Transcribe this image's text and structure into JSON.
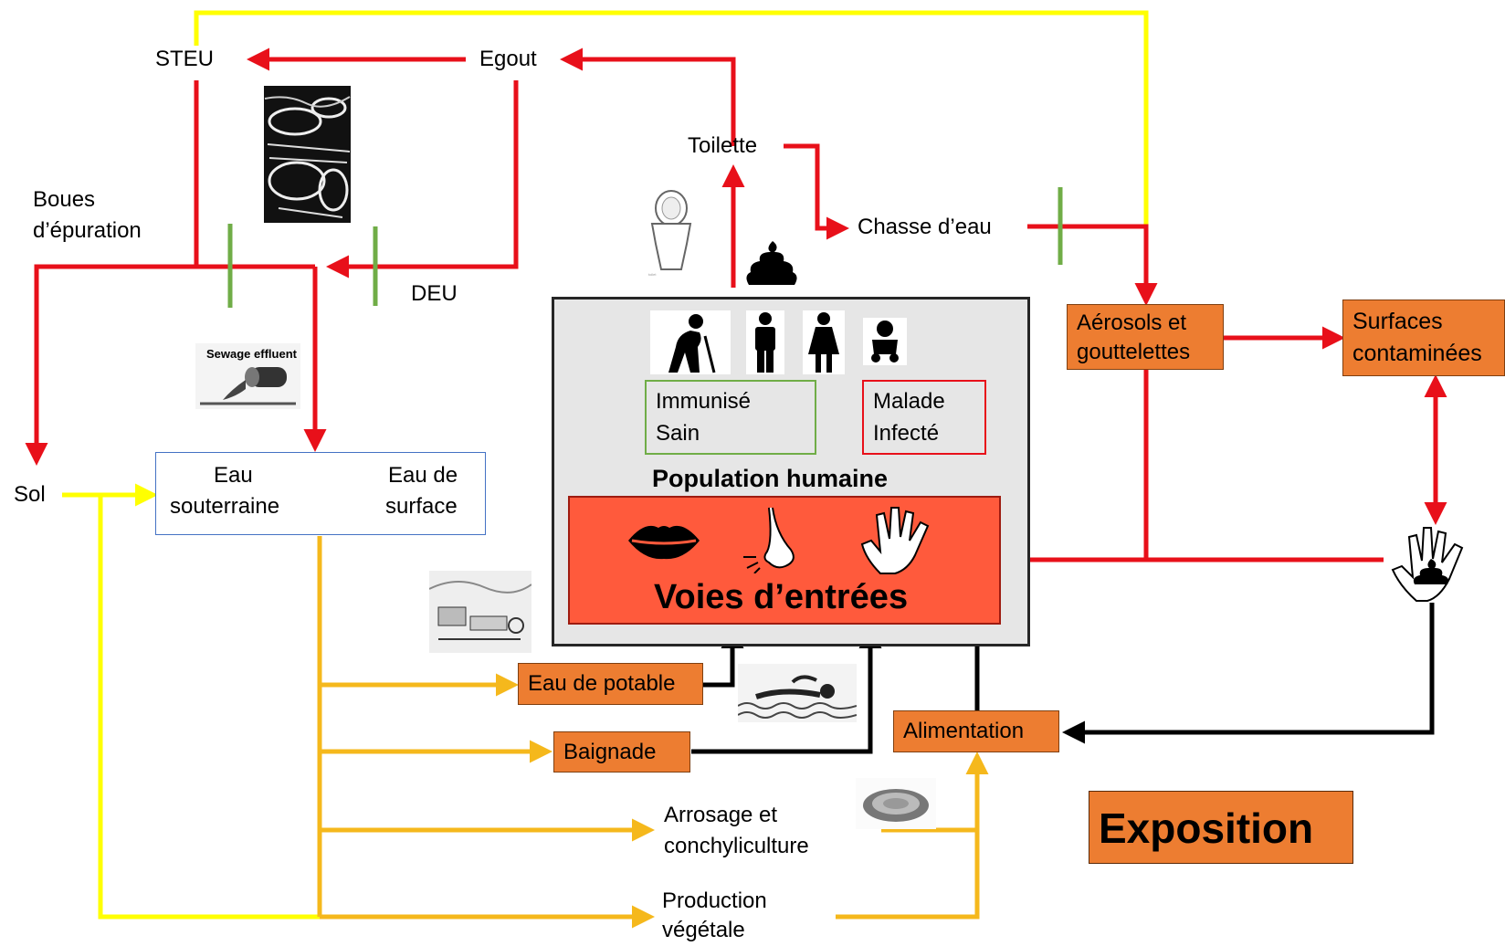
{
  "nodes": {
    "steu": "STEU",
    "egout": "Egout",
    "toilette": "Toilette",
    "chasse": "Chasse d’eau",
    "boues_line1": "Boues",
    "boues_line2": "d’épuration",
    "deu": "DEU",
    "sol": "Sol",
    "eau_sout_line1": "Eau",
    "eau_sout_line2": "souterraine",
    "eau_surf_line1": "Eau de",
    "eau_surf_line2": "surface",
    "aerosols_line1": "Aérosols et",
    "aerosols_line2": "gouttelettes",
    "surfaces_line1": "Surfaces",
    "surfaces_line2": "contaminées",
    "immunise_line1": "Immunisé",
    "immunise_line2": "Sain",
    "malade_line1": "Malade",
    "malade_line2": "Infecté",
    "population": "Population humaine",
    "voies": "Voies d’entrées",
    "eau_potable": "Eau de potable",
    "baignade": "Baignade",
    "alimentation": "Alimentation",
    "arrosage_line1": "Arrosage et",
    "arrosage_line2": "conchyliculture",
    "production_line1": "Production",
    "production_line2": "végétale",
    "exposition": "Exposition",
    "sewage_caption": "Sewage effluent"
  },
  "colors": {
    "red": "#E8101A",
    "yellow": "#FFFF00",
    "gold": "#F5B81C",
    "black": "#000000",
    "green": "#70AD47",
    "orange_box": "#ED7D31",
    "voies_bg": "#FF5A3C",
    "population_bg": "#E6E6E6"
  },
  "icons": [
    "toilet-icon",
    "poop-icon",
    "elderly-person-icon",
    "man-icon",
    "woman-icon",
    "baby-icon",
    "lips-icon",
    "nose-icon",
    "hand-icon",
    "hand-with-poop-icon",
    "sewage-plant-image",
    "sewage-effluent-image",
    "water-treatment-image",
    "swimmer-image",
    "oyster-image"
  ]
}
